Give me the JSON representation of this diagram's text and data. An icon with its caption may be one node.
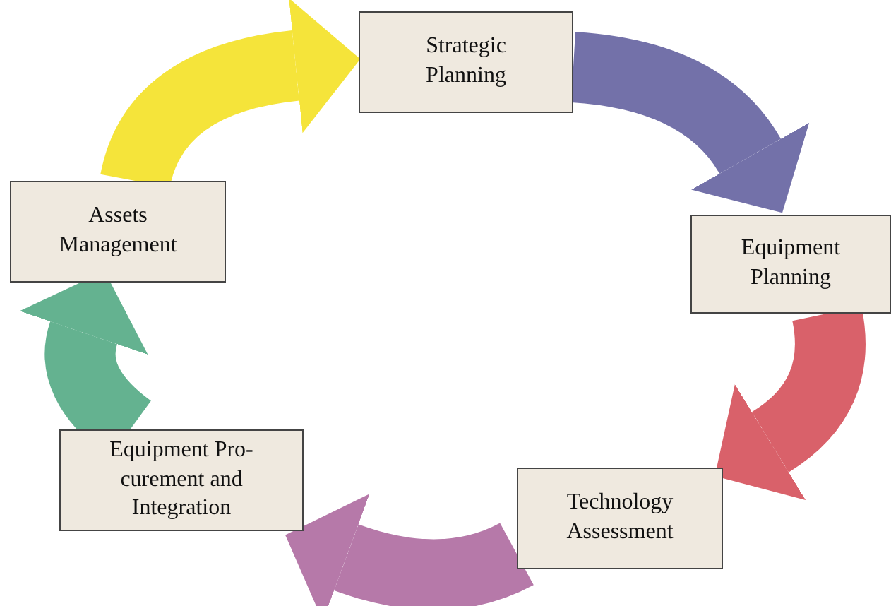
{
  "diagram": {
    "nodes": [
      {
        "text": [
          "Strategic Planning"
        ]
      },
      {
        "text": [
          "Equipment Planning"
        ]
      },
      {
        "text": [
          "Technology Assessment"
        ]
      },
      {
        "text": [
          "Equipment Pro- curement and Integration"
        ]
      },
      {
        "text": [
          "Assets Management"
        ]
      }
    ],
    "edges": [
      {
        "from": 0,
        "to": 1,
        "arrow": "to",
        "color": "#7371a9"
      },
      {
        "from": 1,
        "to": 2,
        "arrow": "to",
        "color": "#d9616a"
      },
      {
        "from": 2,
        "to": 3,
        "arrow": "to",
        "color": "#b679a9"
      },
      {
        "from": 3,
        "to": 4,
        "arrow": "to",
        "color": "#64b290"
      },
      {
        "from": 4,
        "to": 0,
        "arrow": "to",
        "color": "#f5e43a"
      }
    ]
  }
}
